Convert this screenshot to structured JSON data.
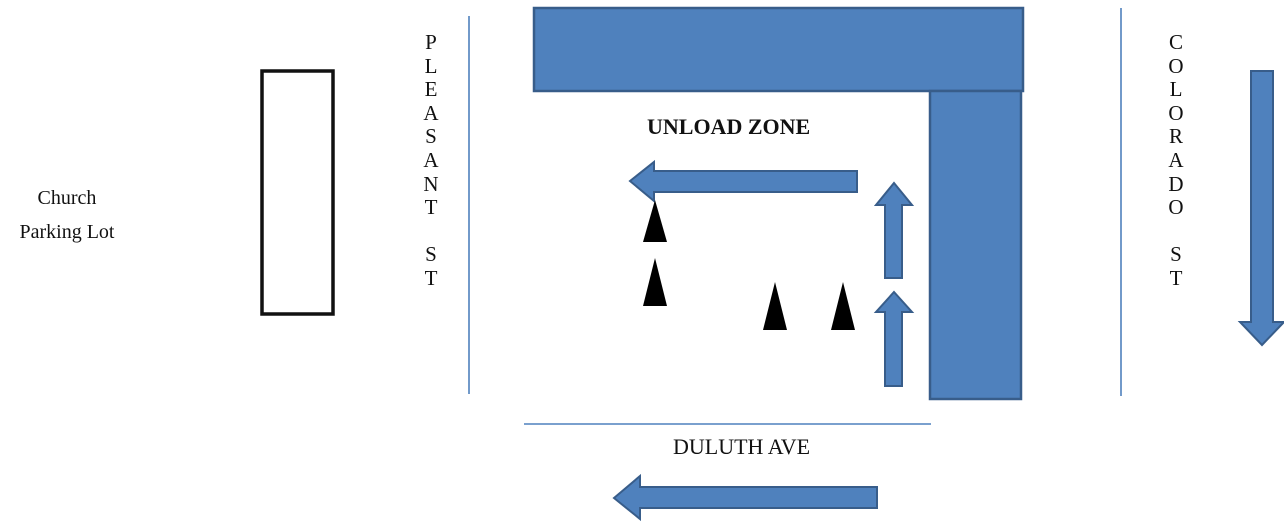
{
  "labels": {
    "church_line1": "Church",
    "church_line2": "Parking Lot",
    "pleasant_st": [
      "P",
      "L",
      "E",
      "A",
      "S",
      "A",
      "N",
      "T",
      "",
      "S",
      "T"
    ],
    "colorado_st": [
      "C",
      "O",
      "L",
      "O",
      "R",
      "A",
      "D",
      "O",
      "",
      "S",
      "T"
    ],
    "unload_zone": "UNLOAD ZONE",
    "duluth_ave": "DULUTH AVE"
  },
  "colors": {
    "building_fill": "#4f81bd",
    "building_stroke": "#385d8a",
    "line": "#4f81bd",
    "cone": "#000000",
    "outline": "#111111"
  }
}
